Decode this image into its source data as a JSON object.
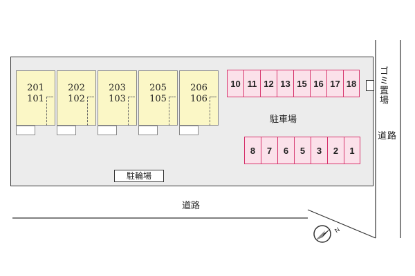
{
  "units": [
    {
      "upper": "201",
      "lower": "101"
    },
    {
      "upper": "202",
      "lower": "102"
    },
    {
      "upper": "203",
      "lower": "103"
    },
    {
      "upper": "205",
      "lower": "105"
    },
    {
      "upper": "206",
      "lower": "106"
    }
  ],
  "parking_top": [
    "10",
    "11",
    "12",
    "13",
    "15",
    "16",
    "17",
    "18"
  ],
  "parking_bottom": [
    "8",
    "7",
    "6",
    "5",
    "3",
    "2",
    "1"
  ],
  "labels": {
    "parking": "駐車場",
    "bicycle_parking": "駐輪場",
    "road_bottom": "道路",
    "road_right": "道路",
    "garbage": "ゴミ置場",
    "north": "N"
  },
  "colors": {
    "unit_fill": "#fbf7c6",
    "parking_fill": "#fbe1ea",
    "parking_border": "#d6336c",
    "lot_fill": "#ececec"
  }
}
